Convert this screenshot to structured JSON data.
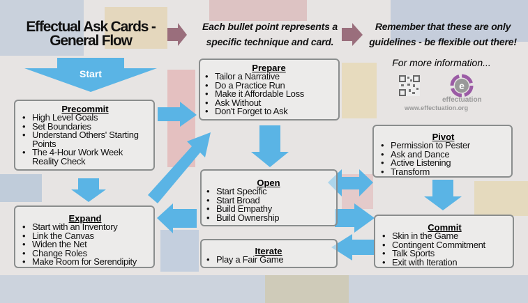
{
  "title": "Effectual Ask Cards - General Flow",
  "note1": "Each bullet point represents a specific technique and card.",
  "note2": "Remember that these are only guidelines - be flexible out there!",
  "more_info": "For more information...",
  "logo": {
    "name": "effectuation",
    "url": "www.effectuation.org"
  },
  "start_label": "Start",
  "colors": {
    "arrow": "#5ab4e5",
    "header_arrow": "#9a6e7c"
  },
  "cards": {
    "precommit": {
      "title": "Precommit",
      "items": [
        "High Level Goals",
        "Set Boundaries",
        "Understand Others' Starting Points",
        "The 4-Hour Work Week Reality Check"
      ]
    },
    "prepare": {
      "title": "Prepare",
      "items": [
        "Tailor a Narrative",
        "Do a Practice Run",
        "Make it Affordable Loss",
        "Ask Without",
        "Don't Forget to Ask"
      ]
    },
    "open": {
      "title": "Open",
      "items": [
        "Start Specific",
        "Start Broad",
        "Build Empathy",
        "Build Ownership"
      ]
    },
    "expand": {
      "title": "Expand",
      "items": [
        "Start with an Inventory",
        "Link the Canvas",
        "Widen the Net",
        "Change Roles",
        "Make Room for Serendipity"
      ]
    },
    "iterate": {
      "title": "Iterate",
      "items": [
        "Play a Fair Game"
      ]
    },
    "pivot": {
      "title": "Pivot",
      "items": [
        "Permission to Pester",
        "Ask and Dance",
        "Active Listening",
        "Transform"
      ]
    },
    "commit": {
      "title": "Commit",
      "items": [
        "Skin in the Game",
        "Contingent Commitment",
        "Talk Sports",
        "Exit with Iteration"
      ]
    }
  }
}
